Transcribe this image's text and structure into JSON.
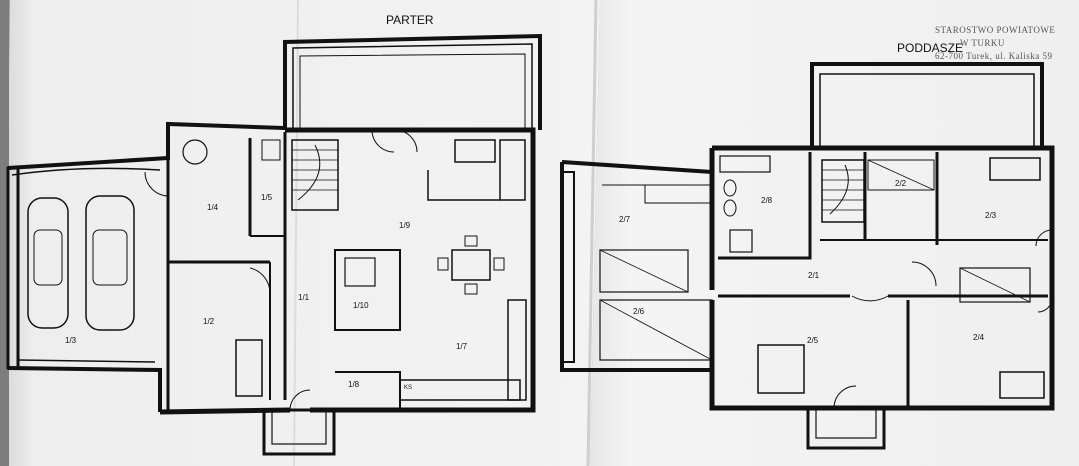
{
  "plans": {
    "ground": {
      "title": "PARTER",
      "rooms": [
        "1/1",
        "1/2",
        "1/3",
        "1/4",
        "1/5",
        "1/7",
        "1/8",
        "1/9",
        "1/10"
      ],
      "fixture_label": "KS"
    },
    "attic": {
      "title": "PODDASZE",
      "rooms": [
        "2/1",
        "2/2",
        "2/3",
        "2/4",
        "2/5",
        "2/6",
        "2/7",
        "2/8"
      ]
    }
  },
  "stamp": {
    "line1": "STAROSTWO POWIATOWE",
    "line2": "W TURKU",
    "line3": "62-700 Turek, ul. Kaliska 59"
  },
  "colors": {
    "paper": "#f2f2f2",
    "paper_shade": "#e4e4e4",
    "ink": "#111111",
    "stamp": "#555555"
  }
}
